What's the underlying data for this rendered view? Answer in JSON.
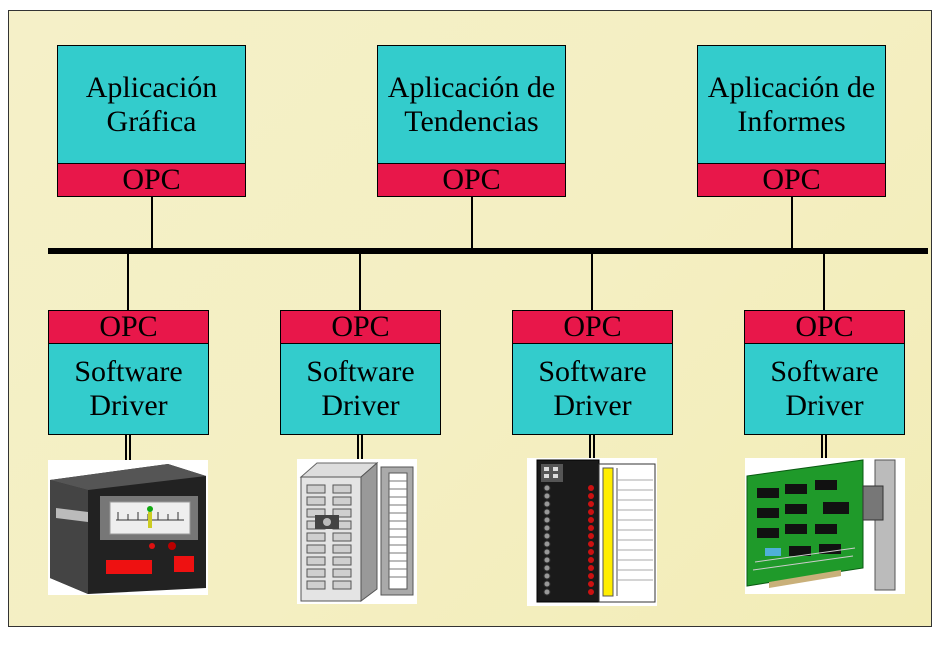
{
  "applications": [
    {
      "line1": "Aplicación",
      "line2": "Gráfica",
      "opc": "OPC"
    },
    {
      "line1": "Aplicación de",
      "line2": "Tendencias",
      "opc": "OPC"
    },
    {
      "line1": "Aplicación de",
      "line2": "Informes",
      "opc": "OPC"
    }
  ],
  "drivers": [
    {
      "opc": "OPC",
      "line1": "Software",
      "line2": "Driver",
      "device": "panel-meter-icon"
    },
    {
      "opc": "OPC",
      "line1": "Software",
      "line2": "Driver",
      "device": "plc-module-icon"
    },
    {
      "opc": "OPC",
      "line1": "Software",
      "line2": "Driver",
      "device": "io-terminal-block-icon"
    },
    {
      "opc": "OPC",
      "line1": "Software",
      "line2": "Driver",
      "device": "interface-card-icon"
    }
  ],
  "colors": {
    "box": "#33cccc",
    "opc": "#e8174a",
    "background": "#f4efc2"
  }
}
